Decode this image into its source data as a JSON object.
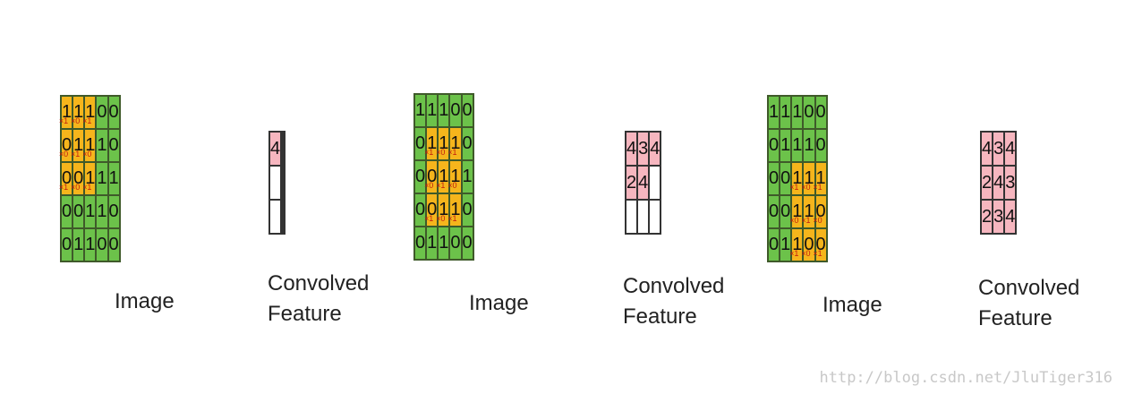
{
  "panels": [
    {
      "image_label": "Image",
      "feature_label_line1": "Convolved",
      "feature_label_line2": "Feature",
      "image": [
        [
          "1",
          "1",
          "1",
          "0",
          "0"
        ],
        [
          "0",
          "1",
          "1",
          "1",
          "0"
        ],
        [
          "0",
          "0",
          "1",
          "1",
          "1"
        ],
        [
          "0",
          "0",
          "1",
          "1",
          "0"
        ],
        [
          "0",
          "1",
          "1",
          "0",
          "0"
        ]
      ],
      "window_origin": [
        0,
        0
      ],
      "feature": [
        [
          "4",
          "",
          ""
        ],
        [
          "",
          "",
          ""
        ],
        [
          "",
          "",
          ""
        ]
      ]
    },
    {
      "image_label": "Image",
      "feature_label_line1": "Convolved",
      "feature_label_line2": "Feature",
      "image": [
        [
          "1",
          "1",
          "1",
          "0",
          "0"
        ],
        [
          "0",
          "1",
          "1",
          "1",
          "0"
        ],
        [
          "0",
          "0",
          "1",
          "1",
          "1"
        ],
        [
          "0",
          "0",
          "1",
          "1",
          "0"
        ],
        [
          "0",
          "1",
          "1",
          "0",
          "0"
        ]
      ],
      "window_origin": [
        1,
        1
      ],
      "feature": [
        [
          "4",
          "3",
          "4"
        ],
        [
          "2",
          "4",
          ""
        ],
        [
          "",
          "",
          ""
        ]
      ]
    },
    {
      "image_label": "Image",
      "feature_label_line1": "Convolved",
      "feature_label_line2": "Feature",
      "image": [
        [
          "1",
          "1",
          "1",
          "0",
          "0"
        ],
        [
          "0",
          "1",
          "1",
          "1",
          "0"
        ],
        [
          "0",
          "0",
          "1",
          "1",
          "1"
        ],
        [
          "0",
          "0",
          "1",
          "1",
          "0"
        ],
        [
          "0",
          "1",
          "1",
          "0",
          "0"
        ]
      ],
      "window_origin": [
        2,
        2
      ],
      "feature": [
        [
          "4",
          "3",
          "4"
        ],
        [
          "2",
          "4",
          "3"
        ],
        [
          "2",
          "3",
          "4"
        ]
      ]
    }
  ],
  "kernel": [
    [
      "×1",
      "×0",
      "×1"
    ],
    [
      "×0",
      "×1",
      "×0"
    ],
    [
      "×1",
      "×0",
      "×1"
    ]
  ],
  "colors": {
    "image_cell": "#6cc24a",
    "window_cell": "#f5b51c",
    "feature_filled": "#f6b6bf",
    "kernel_weight_text": "#c21d0f"
  },
  "watermark": "http://blog.csdn.net/JluTiger316"
}
